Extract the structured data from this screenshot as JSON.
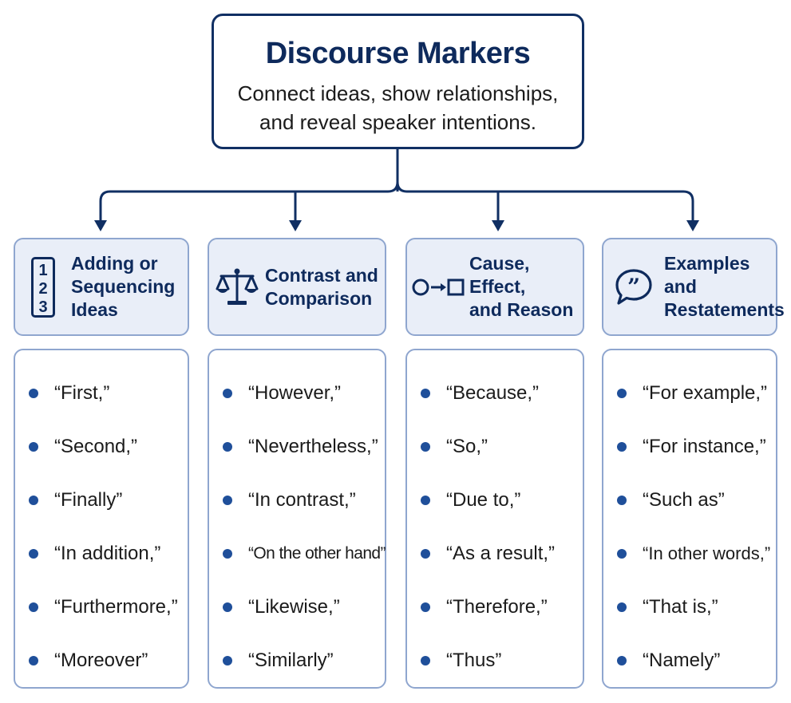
{
  "root": {
    "title": "Discourse Markers",
    "subtitle_line1": "Connect ideas, show relationships,",
    "subtitle_line2": "and reveal speaker intentions."
  },
  "categories": [
    {
      "title": "Adding or\nSequencing\nIdeas",
      "icon": "numbered-list-icon",
      "icon_numbers": [
        "1",
        "2",
        "3"
      ],
      "items": [
        "“First,”",
        "“Second,”",
        "“Finally”",
        "“In addition,”",
        "“Furthermore,”",
        "“Moreover”"
      ]
    },
    {
      "title": "Contrast and\nComparison",
      "icon": "balance-scale-icon",
      "items": [
        "“However,”",
        "“Nevertheless,”",
        "“In contrast,”",
        "“On the other hand”",
        "“Likewise,”",
        "“Similarly”"
      ]
    },
    {
      "title": "Cause, Effect,\nand Reason",
      "icon": "cause-effect-icon",
      "items": [
        "“Because,”",
        "“So,”",
        "“Due to,”",
        "“As a result,”",
        "“Therefore,”",
        "“Thus”"
      ]
    },
    {
      "title": "Examples and\nRestatements",
      "icon": "speech-bubble-quote-icon",
      "items": [
        "“For example,”",
        "“For instance,”",
        "“Such as”",
        "“In other words,”",
        "“That is,”",
        "“Namely”"
      ]
    }
  ],
  "colors": {
    "navy": "#0e2a5c",
    "header_fill": "#e9eef8",
    "border": "#8fa6cf",
    "bullet": "#1f4f9a"
  }
}
